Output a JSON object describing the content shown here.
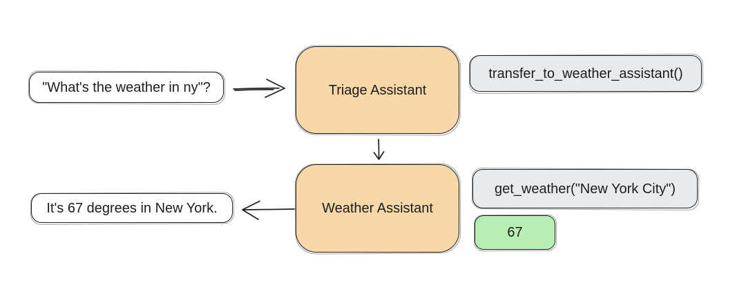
{
  "diagram": {
    "title": "agent-handoff-flow",
    "nodes": {
      "user_query": "\"What's the weather in ny\"?",
      "triage_assistant": "Triage Assistant",
      "transfer_call": "transfer_to_weather_assistant()",
      "weather_assistant": "Weather Assistant",
      "get_weather_call": "get_weather(\"New York City\")",
      "tool_result": "67",
      "final_response": "It's 67 degrees in New York."
    },
    "edges": [
      {
        "from": "user_query",
        "to": "triage_assistant",
        "direction": "right"
      },
      {
        "from": "triage_assistant",
        "to": "weather_assistant",
        "direction": "down"
      },
      {
        "from": "weather_assistant",
        "to": "final_response",
        "direction": "left"
      }
    ],
    "colors": {
      "agent_fill": "#F8D8A9",
      "code_fill": "#E8EBEE",
      "result_fill": "#B7EEB4",
      "stroke": "#1E1E1E",
      "canvas_bg": "#FFFFFF"
    }
  }
}
